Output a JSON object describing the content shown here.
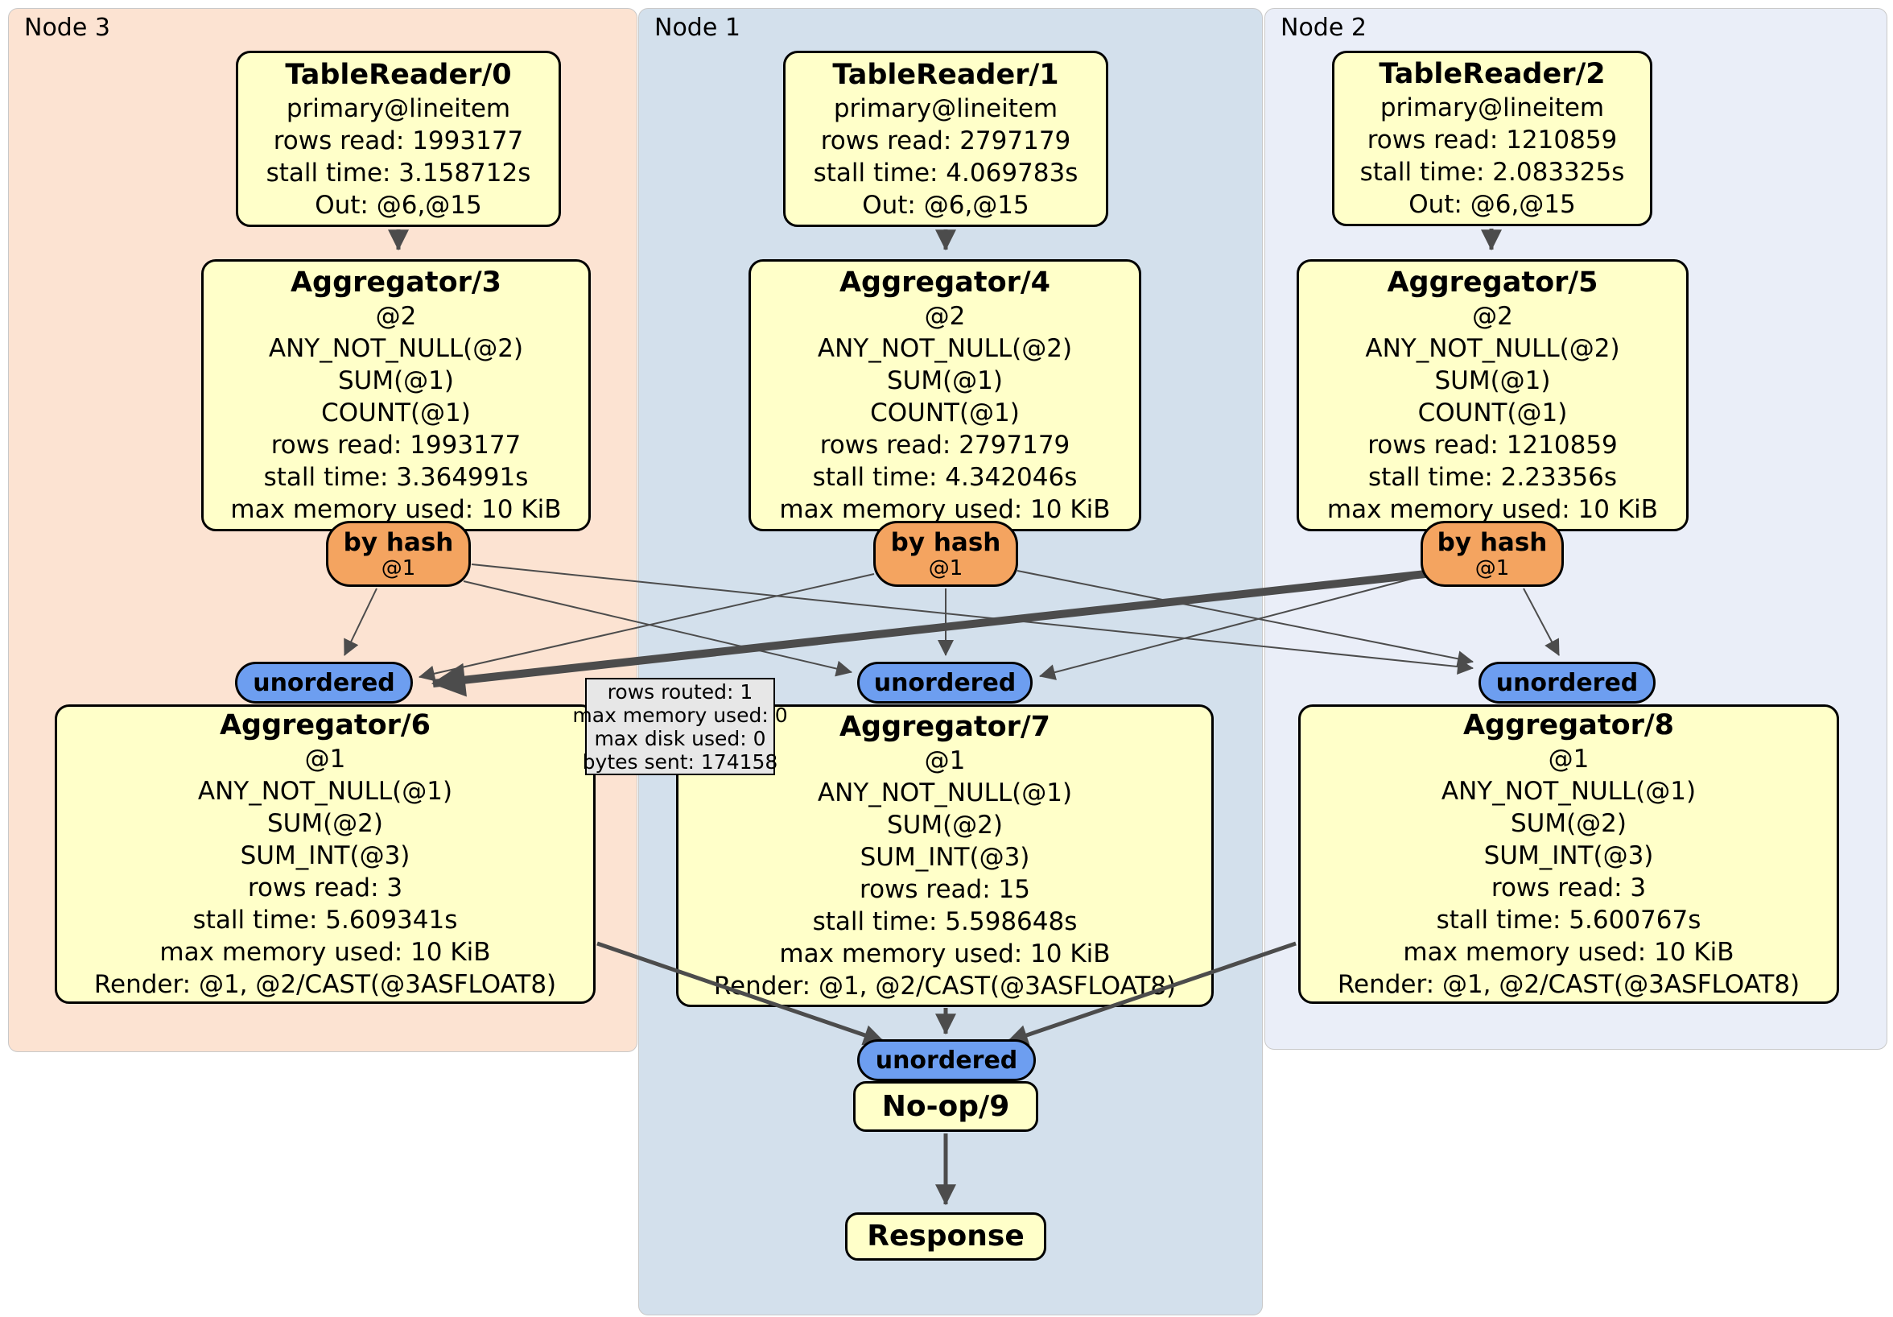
{
  "colors": {
    "node3_bg": "#fce3d2",
    "node1_bg": "#d3e0ec",
    "node2_bg": "#eaeef8",
    "box_fill": "#ffffc9",
    "hash_fill": "#f4a460",
    "unordered_fill": "#6d9ef0",
    "edge": "#4c4c4c",
    "tooltip_bg": "#e7e7e7"
  },
  "regions": {
    "node3": {
      "label": "Node 3"
    },
    "node1": {
      "label": "Node 1"
    },
    "node2": {
      "label": "Node 2"
    }
  },
  "routers": {
    "hash_label": "by hash",
    "hash_arg": "@1",
    "unordered_label": "unordered"
  },
  "processors": {
    "tr0": {
      "title": "TableReader/0",
      "lines": [
        "primary@lineitem",
        "rows read: 1993177",
        "stall time: 3.158712s",
        "Out: @6,@15"
      ]
    },
    "tr1": {
      "title": "TableReader/1",
      "lines": [
        "primary@lineitem",
        "rows read: 2797179",
        "stall time: 4.069783s",
        "Out: @6,@15"
      ]
    },
    "tr2": {
      "title": "TableReader/2",
      "lines": [
        "primary@lineitem",
        "rows read: 1210859",
        "stall time: 2.083325s",
        "Out: @6,@15"
      ]
    },
    "agg3": {
      "title": "Aggregator/3",
      "lines": [
        "@2",
        "ANY_NOT_NULL(@2)",
        "SUM(@1)",
        "COUNT(@1)",
        "rows read: 1993177",
        "stall time: 3.364991s",
        "max memory used: 10 KiB"
      ]
    },
    "agg4": {
      "title": "Aggregator/4",
      "lines": [
        "@2",
        "ANY_NOT_NULL(@2)",
        "SUM(@1)",
        "COUNT(@1)",
        "rows read: 2797179",
        "stall time: 4.342046s",
        "max memory used: 10 KiB"
      ]
    },
    "agg5": {
      "title": "Aggregator/5",
      "lines": [
        "@2",
        "ANY_NOT_NULL(@2)",
        "SUM(@1)",
        "COUNT(@1)",
        "rows read: 1210859",
        "stall time: 2.23356s",
        "max memory used: 10 KiB"
      ]
    },
    "agg6": {
      "title": "Aggregator/6",
      "lines": [
        "@1",
        "ANY_NOT_NULL(@1)",
        "SUM(@2)",
        "SUM_INT(@3)",
        "rows read: 3",
        "stall time: 5.609341s",
        "max memory used: 10 KiB",
        "Render: @1, @2/CAST(@3ASFLOAT8)"
      ]
    },
    "agg7": {
      "title": "Aggregator/7",
      "lines": [
        "@1",
        "ANY_NOT_NULL(@1)",
        "SUM(@2)",
        "SUM_INT(@3)",
        "rows read: 15",
        "stall time: 5.598648s",
        "max memory used: 10 KiB",
        "Render: @1, @2/CAST(@3ASFLOAT8)"
      ]
    },
    "agg8": {
      "title": "Aggregator/8",
      "lines": [
        "@1",
        "ANY_NOT_NULL(@1)",
        "SUM(@2)",
        "SUM_INT(@3)",
        "rows read: 3",
        "stall time: 5.600767s",
        "max memory used: 10 KiB",
        "Render: @1, @2/CAST(@3ASFLOAT8)"
      ]
    },
    "noop": {
      "title": "No-op/9"
    },
    "response": {
      "title": "Response"
    }
  },
  "tooltip": {
    "lines": [
      "rows routed: 1",
      "max memory used: 0",
      "max disk used: 0",
      "bytes sent: 174158"
    ]
  }
}
